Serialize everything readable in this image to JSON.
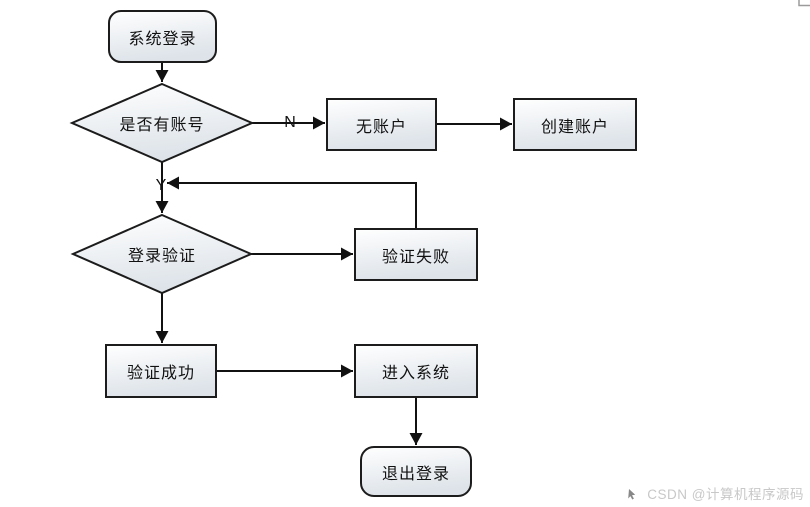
{
  "palette": {
    "stroke": "#1c1c1c",
    "fill_top": "#ffffff",
    "fill_bottom": "#dde3e9",
    "text": "#111111",
    "watermark": "#c8c8c8",
    "corner_mark": "#9b9b9b"
  },
  "flowchart": {
    "nodes": {
      "start": {
        "label": "系统登录",
        "type": "terminator"
      },
      "has_account": {
        "label": "是否有账号",
        "type": "decision"
      },
      "no_account": {
        "label": "无账户",
        "type": "process"
      },
      "create_account": {
        "label": "创建账户",
        "type": "process"
      },
      "login_verify": {
        "label": "登录验证",
        "type": "decision"
      },
      "verify_fail": {
        "label": "验证失败",
        "type": "process"
      },
      "verify_success": {
        "label": "验证成功",
        "type": "process"
      },
      "enter_system": {
        "label": "进入系统",
        "type": "process"
      },
      "logout": {
        "label": "退出登录",
        "type": "terminator"
      }
    },
    "edge_labels": {
      "no": "N",
      "yes": "Y"
    }
  },
  "watermark": {
    "text": "CSDN @计算机程序源码"
  }
}
